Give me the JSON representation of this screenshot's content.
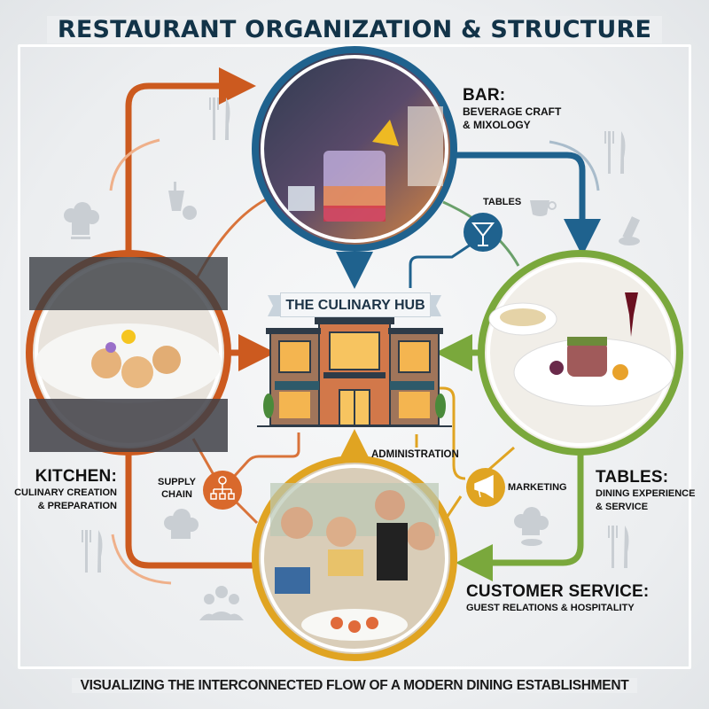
{
  "header": {
    "title": "RESTAURANT ORGANIZATION & STRUCTURE"
  },
  "footer": {
    "subtitle": "VISUALIZING THE INTERCONNECTED FLOW OF A MODERN DINING ESTABLISHMENT"
  },
  "hub": {
    "label": "THE CULINARY HUB",
    "icon": "restaurant-building"
  },
  "colors": {
    "bar": "#1f628e",
    "kitchen": "#cc5a1f",
    "tables": "#7aa83c",
    "customer_service": "#e0a422",
    "title": "#123348",
    "background": "#eceef0"
  },
  "departments": {
    "bar": {
      "head": "BAR:",
      "sub1": "BEVERAGE CRAFT",
      "sub2": "& MIXOLOGY",
      "photo": "bartender pouring layered cocktail"
    },
    "kitchen": {
      "head": "KITCHEN:",
      "sub1": "CULINARY CREATION",
      "sub2": "& PREPARATION",
      "photo": "chef plating seared scallops"
    },
    "tables": {
      "head": "TABLES:",
      "sub1": "DINING EXPERIENCE",
      "sub2": "& SERVICE",
      "photo": "rack of lamb with vegetables"
    },
    "customer_service": {
      "head": "CUSTOMER SERVICE:",
      "sub1": "GUEST RELATIONS & HOSPITALITY",
      "photo": "waiter serving smiling guests"
    }
  },
  "connectors": {
    "tables_link": {
      "label": "TABLES",
      "icon": "cocktail-glass-icon"
    },
    "supply_chain": {
      "line1": "SUPPLY",
      "line2": "CHAIN",
      "icon": "org-chart-icon"
    },
    "administration": {
      "label": "ADMINISTRATION"
    },
    "marketing": {
      "label": "MARKETING",
      "icon": "megaphone-icon"
    }
  },
  "decorations": [
    "fork-knife-icon",
    "chef-hat-icon",
    "coffee-cup-icon",
    "mixer-icon",
    "people-group-icon"
  ]
}
